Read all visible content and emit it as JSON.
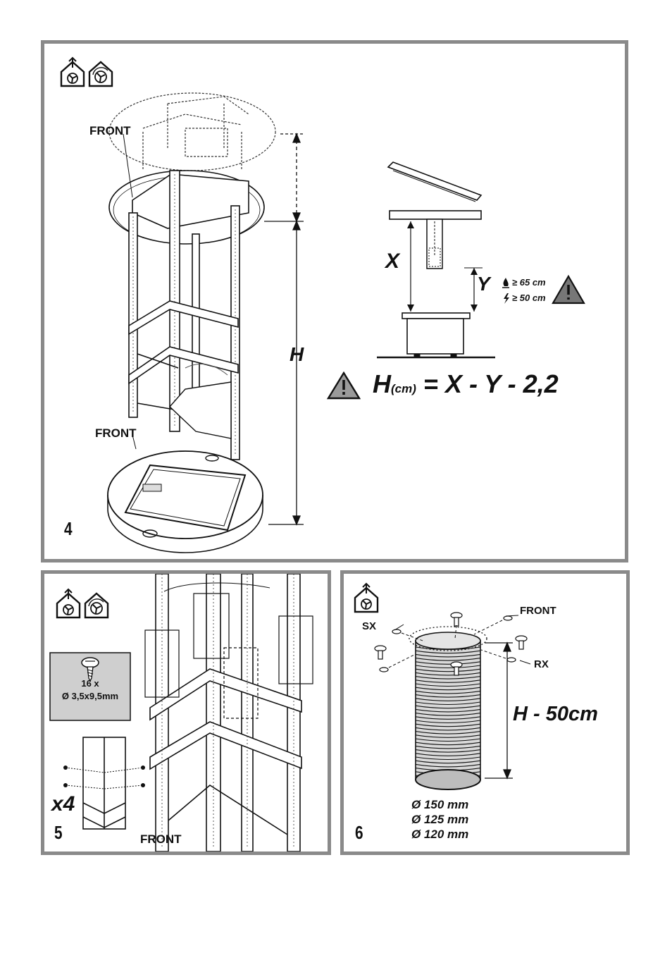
{
  "panel4": {
    "step": "4",
    "front_top": "FRONT",
    "front_bottom": "FRONT",
    "h_label": "H",
    "x_label": "X",
    "y_label": "Y",
    "gas_dist": "≥ 65 cm",
    "elec_dist": "≥ 50 cm",
    "formula_h": "H",
    "formula_unit": "(cm)",
    "formula_rest": "= X - Y - 2,2",
    "icons": [
      "house-extraction-icon",
      "house-recirculation-icon",
      "warning-triangle-icon",
      "gas-flame-icon",
      "electric-bolt-icon"
    ]
  },
  "panel5": {
    "step": "5",
    "screw_count": "16 x",
    "screw_size": "Ø 3,5x9,5mm",
    "multiplier": "x4",
    "front": "FRONT",
    "icons": [
      "house-extraction-icon",
      "house-recirculation-icon",
      "screw-icon"
    ]
  },
  "panel6": {
    "step": "6",
    "sx": "SX",
    "rx": "RX",
    "front": "FRONT",
    "height_label": "H - 50cm",
    "diameters": [
      "Ø 150 mm",
      "Ø 125 mm",
      "Ø 120 mm"
    ],
    "icons": [
      "house-extraction-icon",
      "screw-icon"
    ]
  }
}
